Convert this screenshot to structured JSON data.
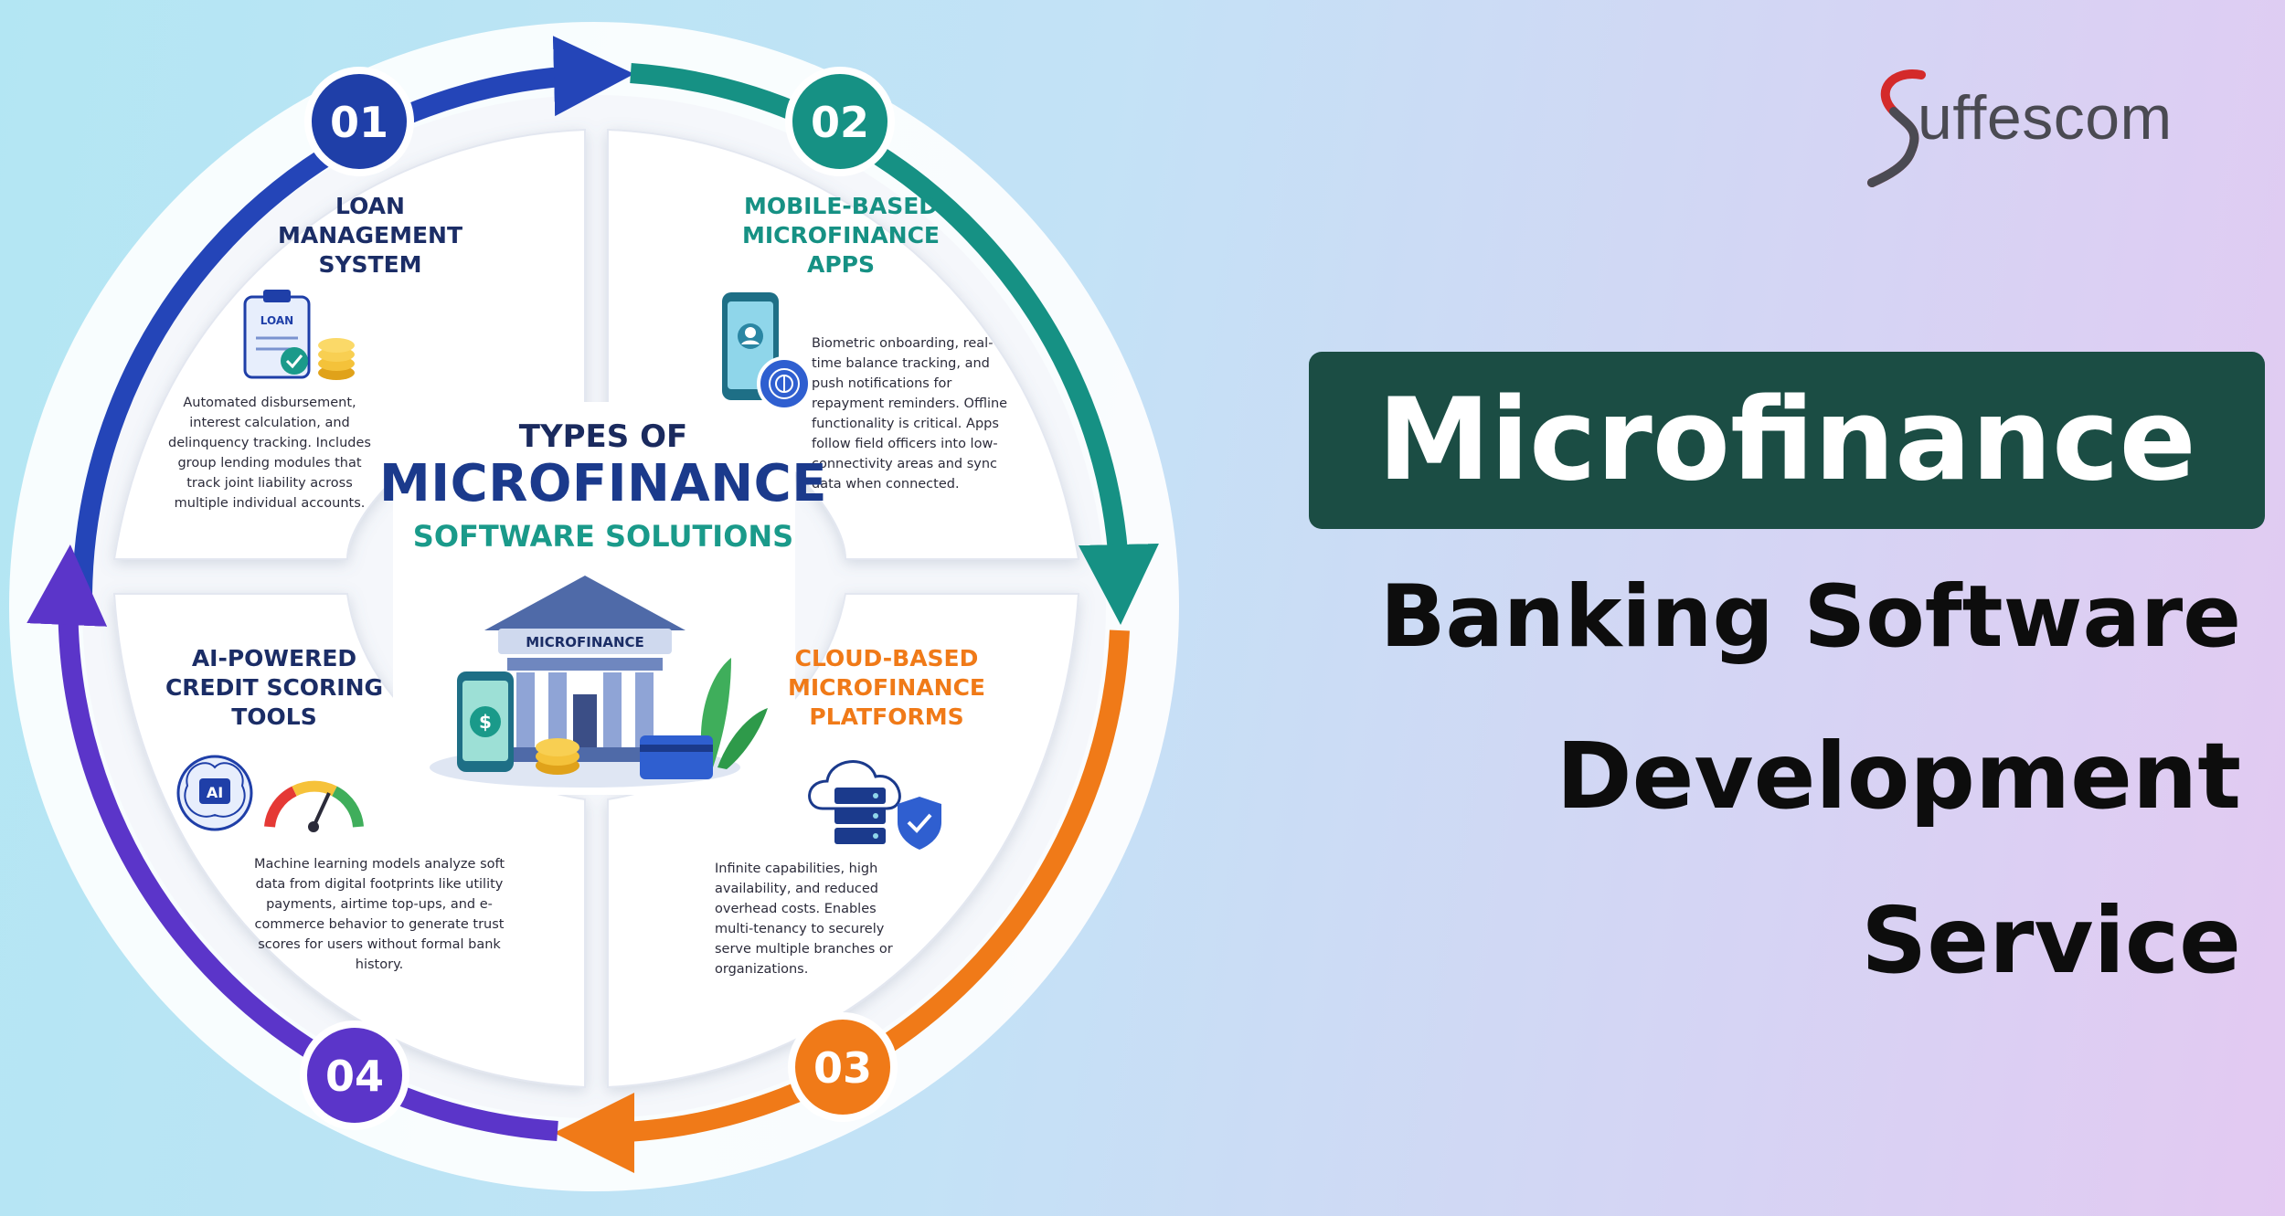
{
  "brand": {
    "name": "uffescom"
  },
  "center": {
    "line1": "TYPES OF",
    "line2": "MICROFINANCE",
    "line3": "SOFTWARE SOLUTIONS",
    "building_sign": "MICROFINANCE"
  },
  "steps": [
    {
      "number": "01",
      "title": "LOAN\nMANAGEMENT\nSYSTEM",
      "icon_label": "LOAN",
      "description": "Automated disbursement, interest calculation, and delinquency tracking. Includes group lending modules that track joint liability across multiple individual accounts.",
      "color": "#1f3fa8"
    },
    {
      "number": "02",
      "title": "MOBILE-BASED\nMICROFINANCE\nAPPS",
      "description": "Biometric onboarding, real-time balance tracking, and push notifications for repayment reminders. Offline functionality is critical. Apps follow field officers into low-connectivity areas and sync data when connected.",
      "color": "#169184"
    },
    {
      "number": "03",
      "title": "CLOUD-BASED\nMICROFINANCE\nPLATFORMS",
      "description": "Infinite capabilities, high availability, and reduced overhead costs. Enables multi-tenancy to securely serve multiple branches or organizations.",
      "color": "#f07a18"
    },
    {
      "number": "04",
      "title": "AI-POWERED\nCREDIT SCORING\nTOOLS",
      "icon_label": "AI",
      "description": "Machine learning models analyze soft data from digital footprints like utility payments, airtime top-ups, and e-commerce behavior to generate trust scores for users without formal bank history.",
      "color": "#5b35c9"
    }
  ],
  "headline": {
    "highlight": "Microfinance",
    "line2": "Banking Software",
    "line3": "Development",
    "line4": "Service"
  },
  "colors": {
    "headline_box": "#1b4d44",
    "brand_accent": "#d42a2a"
  }
}
